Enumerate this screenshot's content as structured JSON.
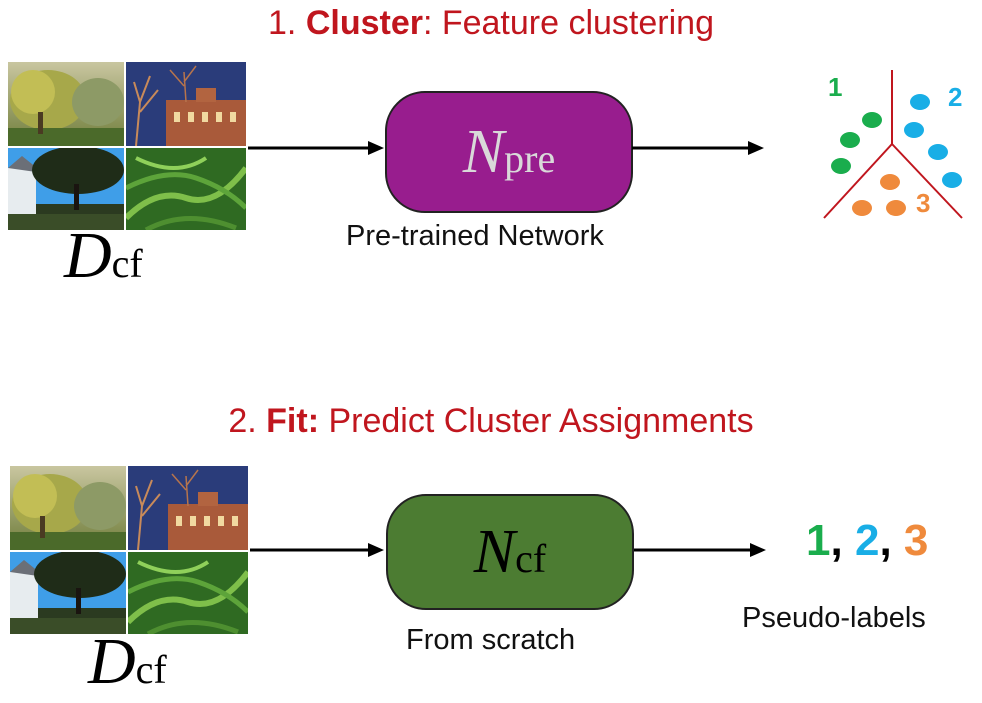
{
  "colors": {
    "red": "#c0161e",
    "purple": "#981d8e",
    "green": "#4c7c32",
    "cluster1": "#1aad4d",
    "cluster2": "#19aee6",
    "cluster3": "#ef8a3c",
    "divider": "#c0161e"
  },
  "step1": {
    "number": "1.",
    "keyword": "Cluster",
    "rest": ": Feature clustering",
    "dataset_symbol": "D",
    "dataset_subscript": "cf",
    "network_symbol": "N",
    "network_subscript": "pre",
    "network_caption": "Pre-trained Network",
    "cluster_labels": [
      "1",
      "2",
      "3"
    ]
  },
  "step2": {
    "number": "2.",
    "keyword": "Fit:",
    "rest": " Predict Cluster Assignments",
    "dataset_symbol": "D",
    "dataset_subscript": "cf",
    "network_symbol": "N",
    "network_subscript": "cf",
    "network_caption": "From scratch",
    "pseudo_labels": [
      "1",
      "2",
      "3"
    ],
    "separator": ",",
    "pseudo_caption": "Pseudo-labels"
  },
  "image_tiles": [
    "willow-tree-photo",
    "brick-building-night-photo",
    "house-and-trees-photo",
    "leaves-closeup-photo"
  ]
}
